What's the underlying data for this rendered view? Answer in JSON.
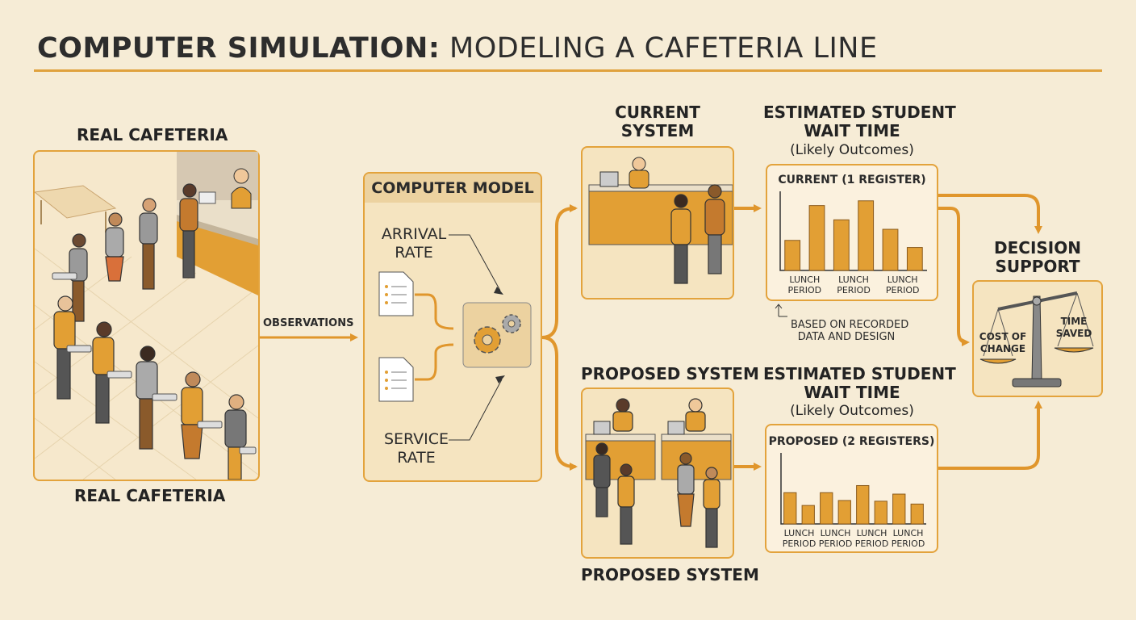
{
  "title": {
    "bold": "COMPUTER SIMULATION:",
    "light": "MODELING A CAFETERIA LINE"
  },
  "real_cafeteria": {
    "top_label": "REAL CAFETERIA",
    "bottom_label": "REAL CAFETERIA"
  },
  "observations_label": "OBSERVATIONS",
  "model": {
    "title": "COMPUTER MODEL",
    "arrival_label": "ARRIVAL\nRATE",
    "service_label": "SERVICE\nRATE"
  },
  "current_system": {
    "label": "CURRENT\nSYSTEM"
  },
  "proposed_system": {
    "top_label": "PROPOSED SYSTEM",
    "bottom_label": "PROPOSED SYSTEM"
  },
  "estimate_current": {
    "heading": "ESTIMATED STUDENT\nWAIT TIME",
    "subheading": "(Likely Outcomes)",
    "note": "BASED ON RECORDED\nDATA AND DESIGN"
  },
  "estimate_proposed": {
    "heading": "ESTIMATED STUDENT\nWAIT TIME",
    "subheading": "(Likely Outcomes)"
  },
  "decision": {
    "label": "DECISION\nSUPPORT",
    "left_pan": "COST OF\nCHANGE",
    "right_pan": "TIME\nSAVED"
  },
  "chart_data": [
    {
      "type": "bar",
      "title": "CURRENT (1 REGISTER)",
      "categories": [
        "LUNCH\nPERIOD",
        "LUNCH\nPERIOD",
        "LUNCH\nPERIOD"
      ],
      "values": [
        38,
        82,
        64,
        88,
        52,
        29
      ],
      "ylim": [
        0,
        100
      ],
      "grid": false
    },
    {
      "type": "bar",
      "title": "PROPOSED (2 REGISTERS)",
      "categories": [
        "LUNCH\nPERIOD",
        "LUNCH\nPERIOD",
        "LUNCH\nPERIOD",
        "LUNCH\nPERIOD"
      ],
      "values": [
        44,
        26,
        44,
        33,
        54,
        32,
        42,
        28
      ],
      "ylim": [
        0,
        100
      ],
      "grid": false
    }
  ],
  "colors": {
    "accent": "#e3a33c",
    "bar": "#e29f34",
    "panel": "#f5e4c0",
    "background": "#f6ecd6",
    "text": "#2b2b2b"
  }
}
